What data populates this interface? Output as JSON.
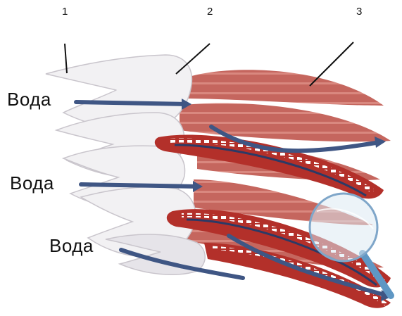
{
  "numbers": {
    "n1": "1",
    "n2": "2",
    "n3": "3"
  },
  "labels": {
    "water_top": "Вода",
    "water_middle": "Вода",
    "water_bottom": "Вода"
  },
  "colors": {
    "muscle": "#c5665e",
    "muscle_stripe": "#e8a39a",
    "arch": "#f2f1f3",
    "arrow": "#3f5684",
    "filament_red": "#b3302a",
    "filament_navy": "#2b3a66",
    "filament_white": "#ffffff",
    "lens_stroke": "#7fa6c9",
    "lens_handle": "#5f97c4"
  }
}
